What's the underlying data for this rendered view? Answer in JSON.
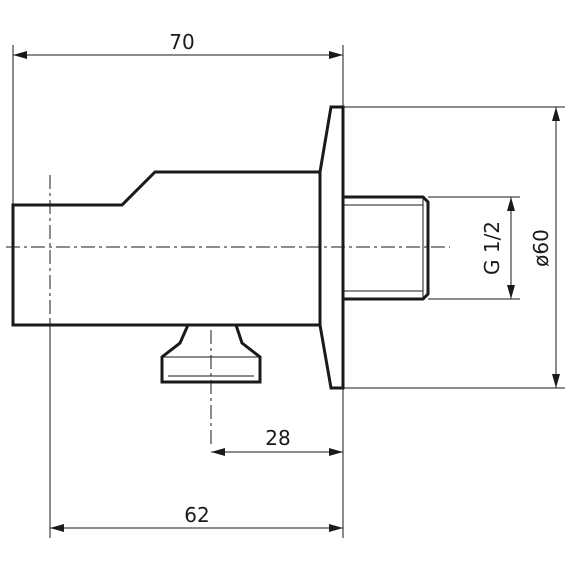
{
  "drawing": {
    "dimensions": {
      "overall_length": "70",
      "body_length": "62",
      "outlet_offset": "28",
      "thread": "G 1/2",
      "flange_diameter": "ø60"
    }
  }
}
